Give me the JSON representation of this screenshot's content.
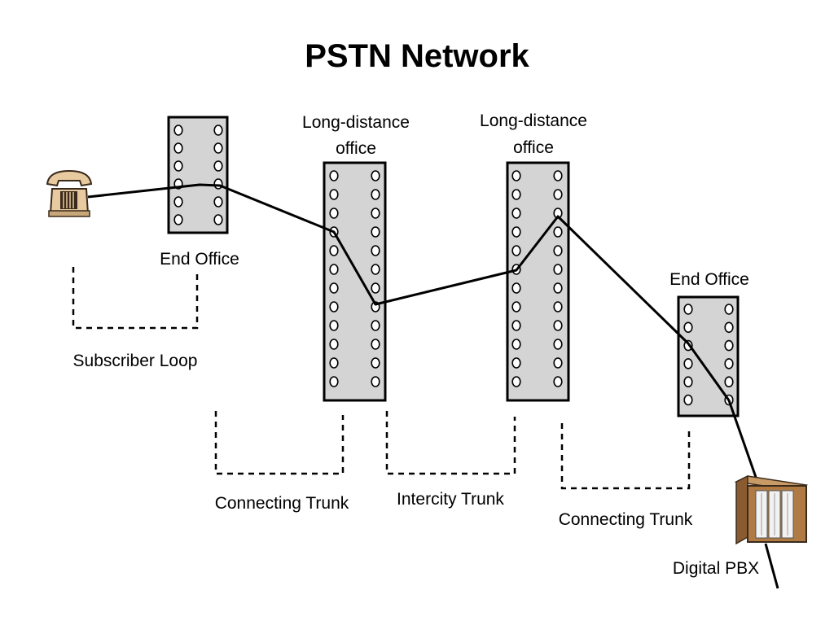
{
  "title": "PSTN Network",
  "nodes": {
    "end_office_left": "End Office",
    "long_distance_left": [
      "Long-distance",
      "office"
    ],
    "long_distance_right": [
      "Long-distance",
      "office"
    ],
    "end_office_right": "End Office",
    "pbx": "Digital PBX"
  },
  "segments": {
    "subscriber_loop": "Subscriber Loop",
    "connecting_trunk_left": "Connecting Trunk",
    "intercity_trunk": "Intercity Trunk",
    "connecting_trunk_right": "Connecting Trunk"
  },
  "colors": {
    "switch_fill": "#d4d4d4",
    "telephone": "#e8caa0",
    "pbx_cabinet": "#b07a45"
  },
  "icons": [
    "telephone-icon",
    "pbx-cabinet-icon"
  ]
}
